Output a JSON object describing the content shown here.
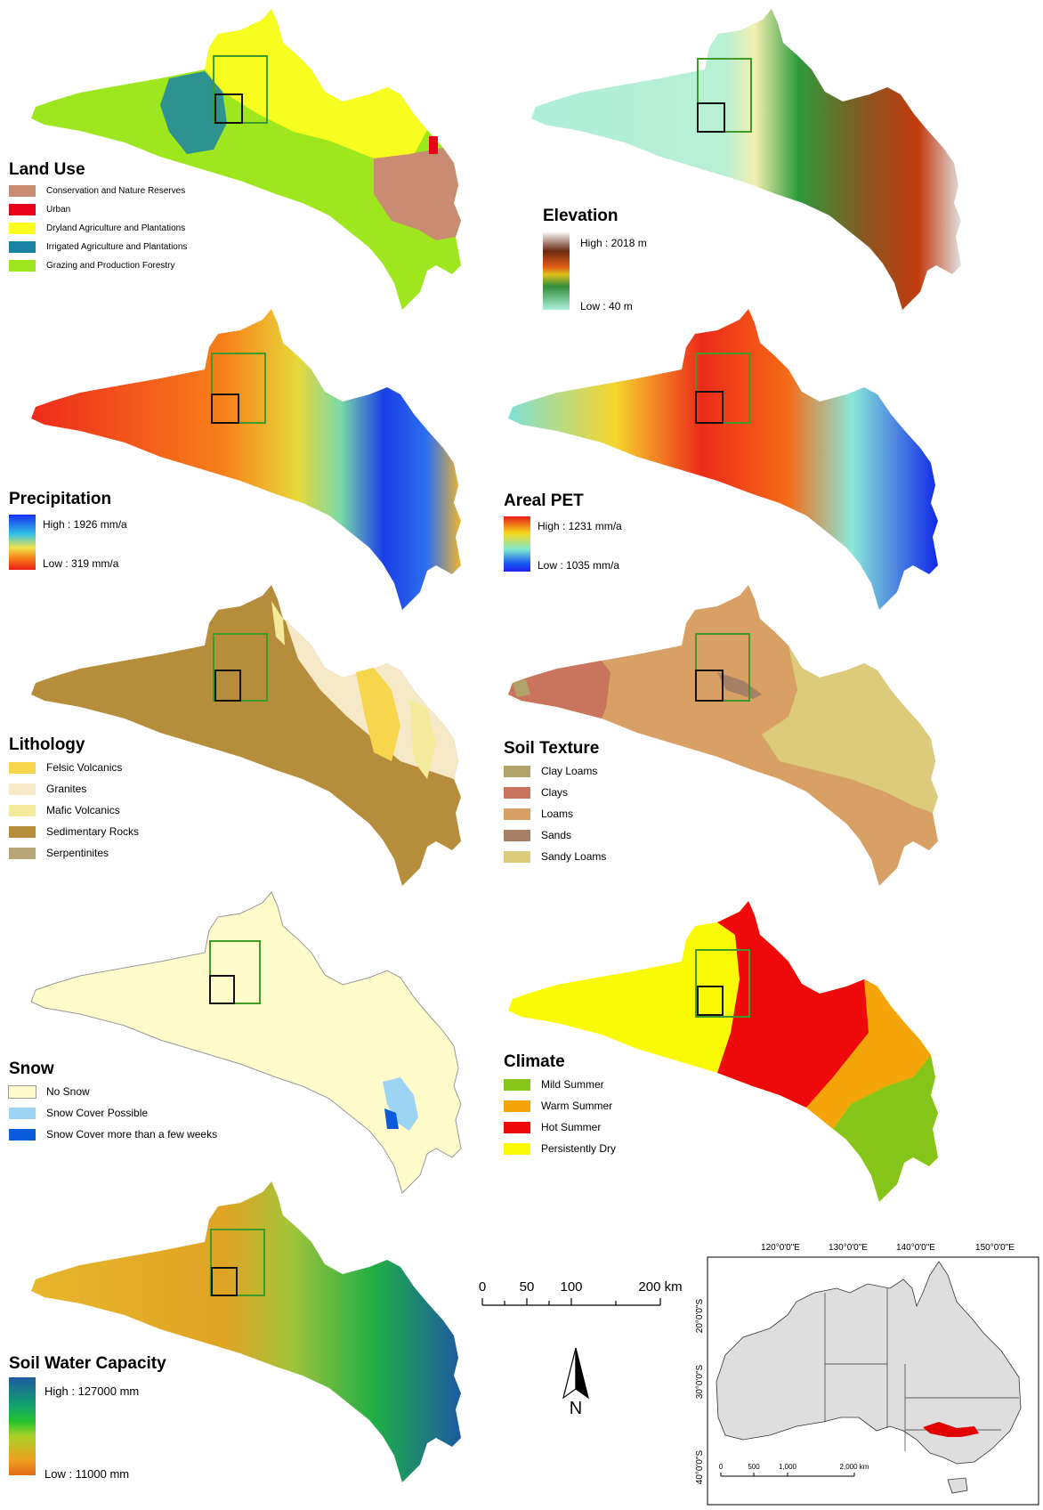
{
  "panels": {
    "land_use": {
      "title": "Land Use",
      "legend": [
        {
          "label": "Conservation and Nature Reserves",
          "color": "#c98b72"
        },
        {
          "label": "Urban",
          "color": "#e8001b"
        },
        {
          "label": "Dryland Agriculture and Plantations",
          "color": "#ffff1f"
        },
        {
          "label": "Irrigated Agriculture and Plantations",
          "color": "#1a83a5"
        },
        {
          "label": "Grazing and Production Forestry",
          "color": "#9ee61e"
        }
      ]
    },
    "elevation": {
      "title": "Elevation",
      "high": "High : 2018 m",
      "low": "Low : 40 m"
    },
    "precipitation": {
      "title": "Precipitation",
      "high": "High : 1926 mm/a",
      "low": "Low : 319 mm/a"
    },
    "pet": {
      "title": "Areal PET",
      "high": "High : 1231 mm/a",
      "low": "Low : 1035 mm/a"
    },
    "lithology": {
      "title": "Lithology",
      "legend": [
        {
          "label": "Felsic Volcanics",
          "color": "#f7d54d"
        },
        {
          "label": "Granites",
          "color": "#f6e9c8"
        },
        {
          "label": "Mafic Volcanics",
          "color": "#f3ea9c"
        },
        {
          "label": "Sedimentary Rocks",
          "color": "#b68d3a"
        },
        {
          "label": "Serpentinites",
          "color": "#b8a677"
        }
      ]
    },
    "soil_texture": {
      "title": "Soil Texture",
      "legend": [
        {
          "label": "Clay Loams",
          "color": "#b0a36a"
        },
        {
          "label": "Clays",
          "color": "#c9745c"
        },
        {
          "label": "Loams",
          "color": "#d8a064"
        },
        {
          "label": "Sands",
          "color": "#a68064"
        },
        {
          "label": "Sandy Loams",
          "color": "#dccb7b"
        }
      ]
    },
    "snow": {
      "title": "Snow",
      "legend": [
        {
          "label": "No Snow",
          "color": "#fffbcb"
        },
        {
          "label": "Snow Cover Possible",
          "color": "#9ed4f3"
        },
        {
          "label": "Snow Cover more than a few weeks",
          "color": "#0a5bdb"
        }
      ]
    },
    "climate": {
      "title": "Climate",
      "legend": [
        {
          "label": "Mild Summer",
          "color": "#86c51a"
        },
        {
          "label": "Warm Summer",
          "color": "#f5a50a"
        },
        {
          "label": "Hot Summer",
          "color": "#ee0a0a"
        },
        {
          "label": "Persistently Dry",
          "color": "#fafa05"
        }
      ]
    },
    "swc": {
      "title": "Soil Water Capacity",
      "high": "High : 127000 mm",
      "low": "Low : 11000 mm"
    }
  },
  "scale_bar": {
    "labels": [
      "0",
      "50",
      "100",
      "200 km"
    ]
  },
  "north": {
    "label": "N"
  },
  "inset": {
    "top_ticks": [
      "120°0'0\"E",
      "130°0'0\"E",
      "140°0'0\"E",
      "150°0'0\"E"
    ],
    "left_ticks": [
      "20°0'0\"S",
      "30°0'0\"S",
      "40°0'0\"S"
    ],
    "scale_labels": [
      "0",
      "500",
      "1,000",
      "2,000 km"
    ]
  },
  "colors": {
    "box_green": "#3f9a2a",
    "box_black": "#111111",
    "australia_fill": "#dedede",
    "catchment_red": "#e30000"
  }
}
